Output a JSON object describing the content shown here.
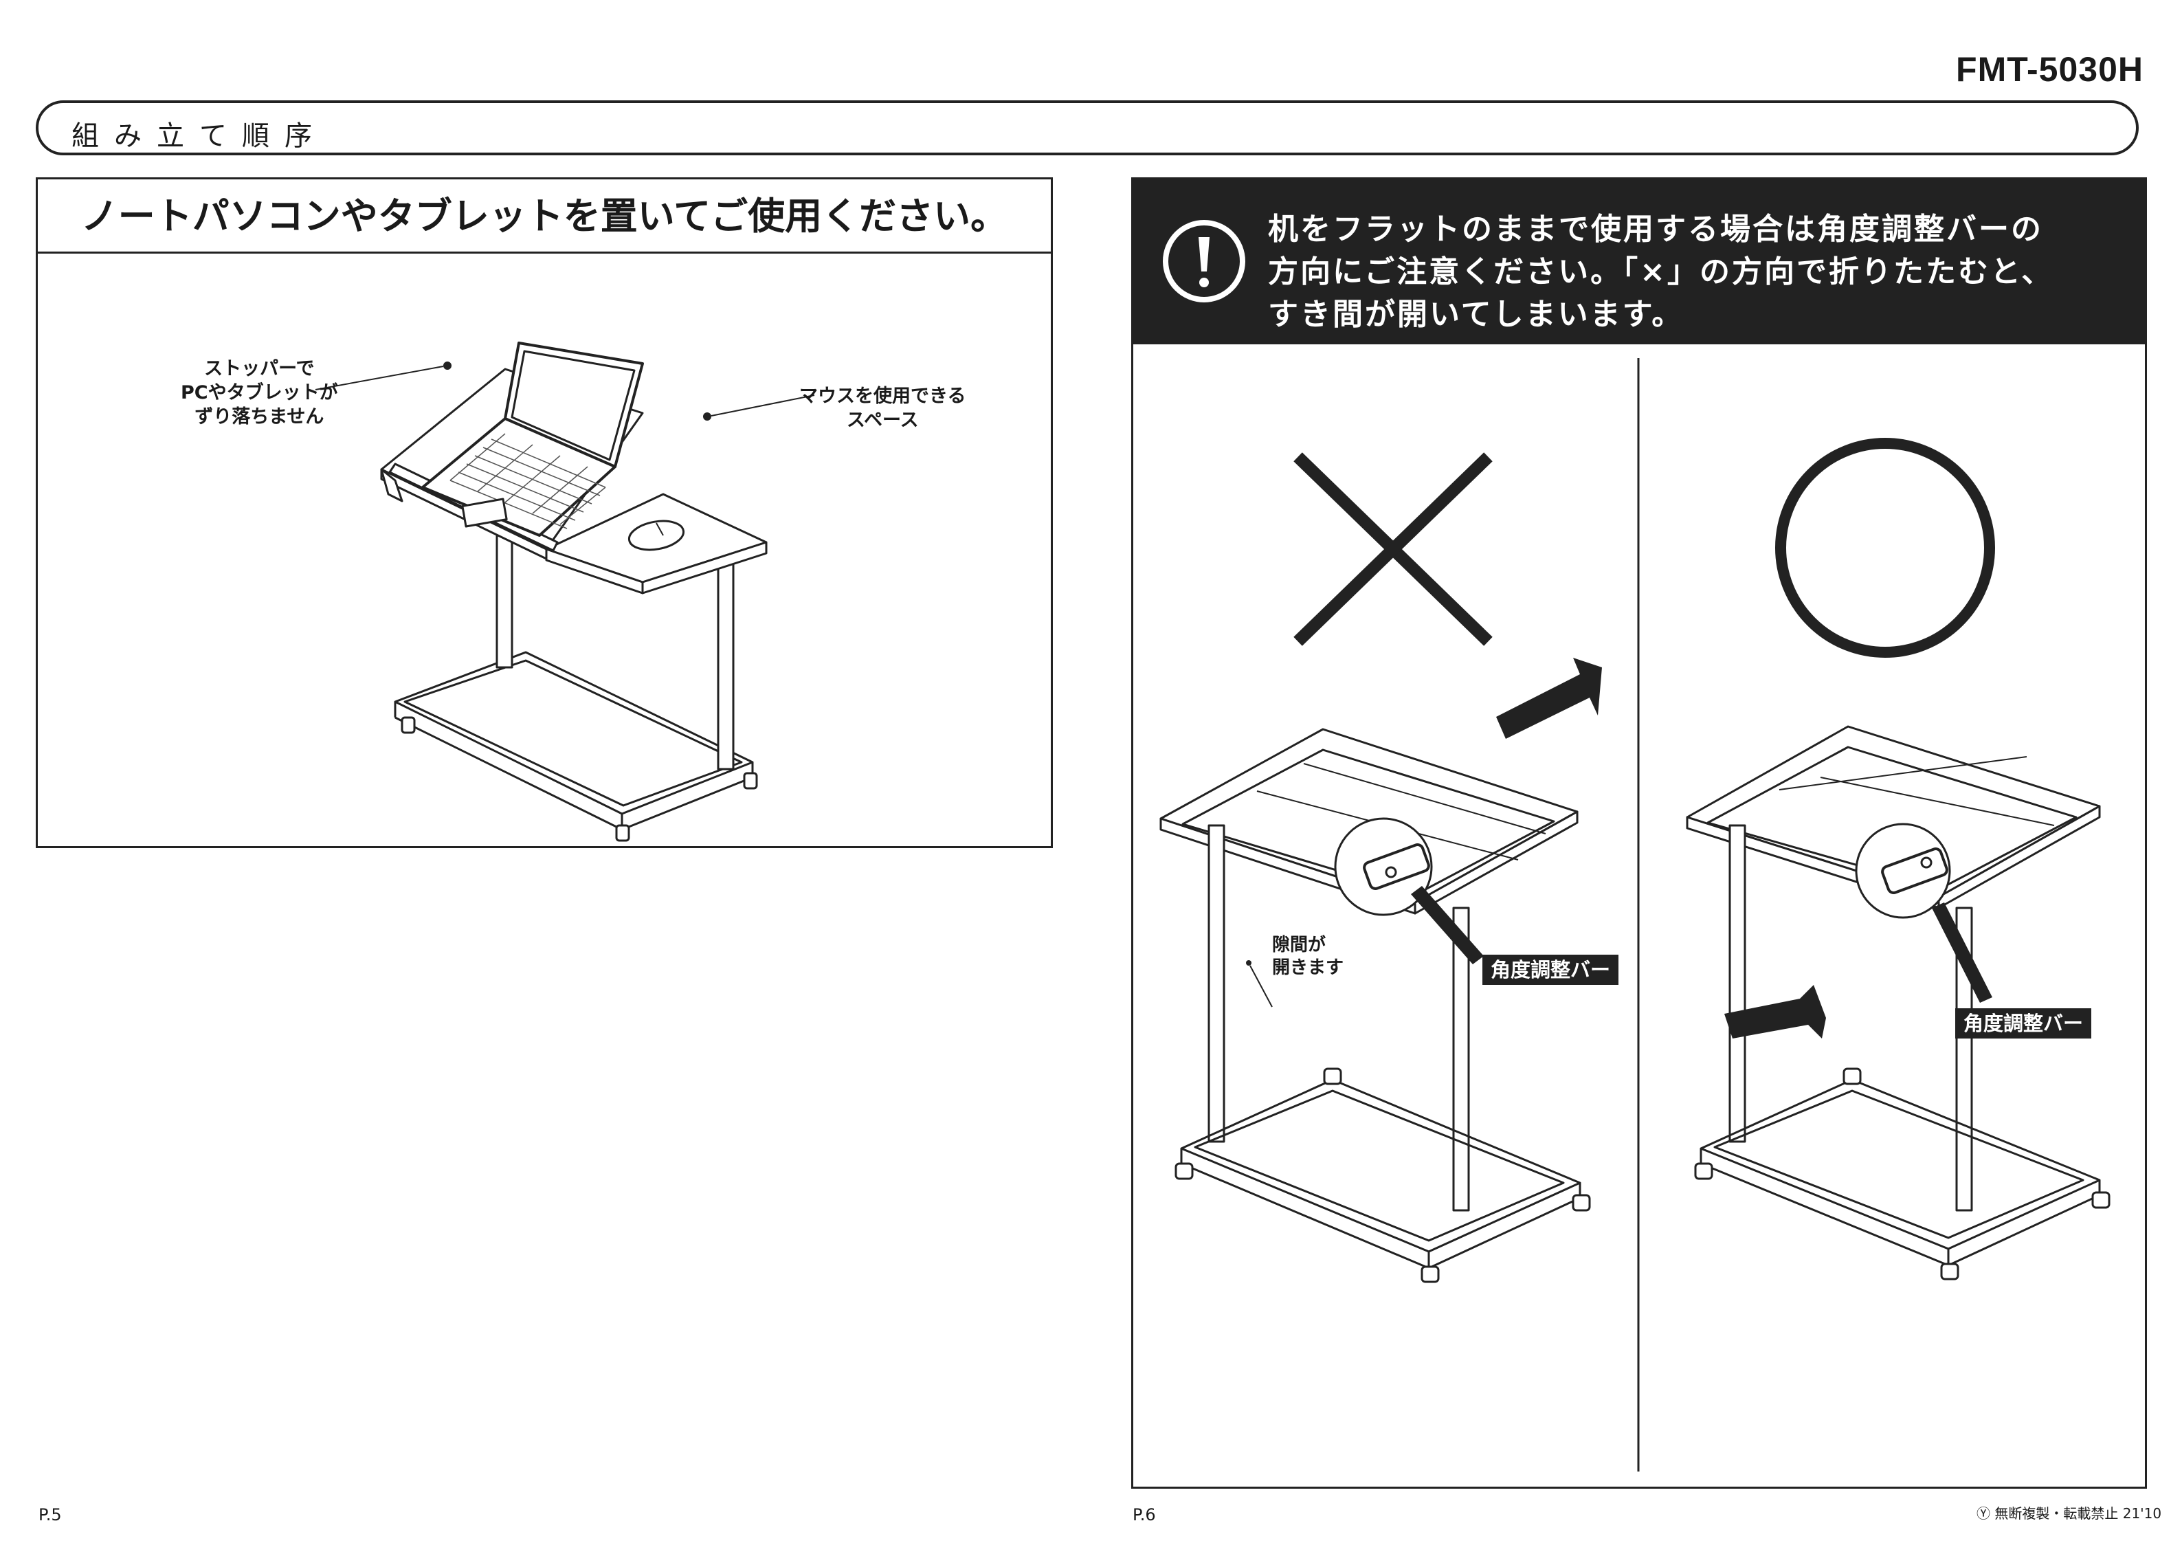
{
  "header": {
    "model": "FMT-5030H",
    "section_title": "組み立て順序"
  },
  "left_panel": {
    "heading": "ノートパソコンやタブレットを置いてご使用ください。",
    "callout_stopper": [
      "ストッパーで",
      "PCやタブレットが",
      "ずり落ちません"
    ],
    "callout_mouse": [
      "マウスを使用できる",
      "スペース"
    ]
  },
  "right_panel": {
    "warning_lines": [
      "机をフラットのままで使用する場合は角度調整バーの",
      "方向にご注意ください。「×」の方向で折りたたむと、",
      "すき間が開いてしまいます。"
    ],
    "wrong_symbol": "×",
    "right_symbol": "○",
    "bar_label_left": "角度調整バー",
    "bar_label_right": "角度調整バー",
    "gap_label": [
      "隙間が",
      "開きます"
    ]
  },
  "footer": {
    "page_left": "P.5",
    "page_right": "P.6",
    "copyright": "Ⓨ 無断複製・転載禁止 21'10"
  },
  "colors": {
    "ink": "#222222",
    "paper": "#ffffff"
  }
}
